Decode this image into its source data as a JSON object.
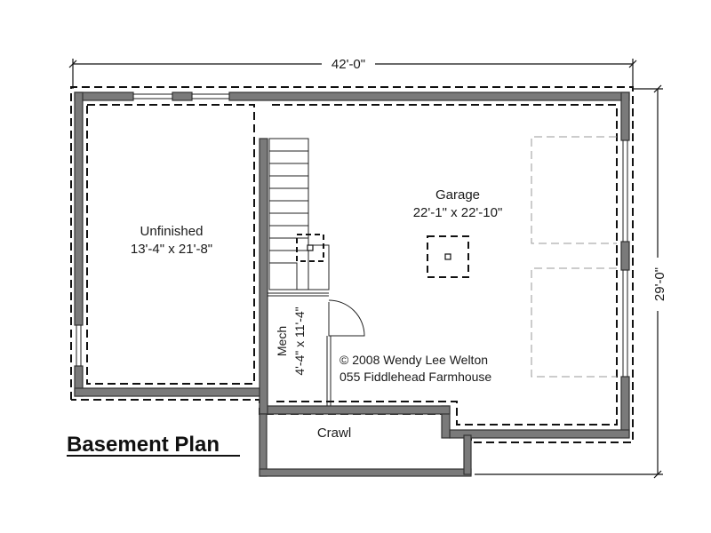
{
  "dimensions": {
    "width": "42'-0\"",
    "depth": "29'-0\""
  },
  "rooms": {
    "unfinished": {
      "name": "Unfinished",
      "size": "13'-4\" x 21'-8\""
    },
    "garage": {
      "name": "Garage",
      "size": "22'-1\" x 22'-10\""
    },
    "mech": {
      "name": "Mech",
      "size": "4'-4\" x 11'-4\""
    },
    "crawl": {
      "name": "Crawl"
    }
  },
  "copyright": {
    "line1": "© 2008 Wendy Lee Welton",
    "line2": "055 Fiddlehead Farmhouse"
  },
  "title": "Basement Plan"
}
